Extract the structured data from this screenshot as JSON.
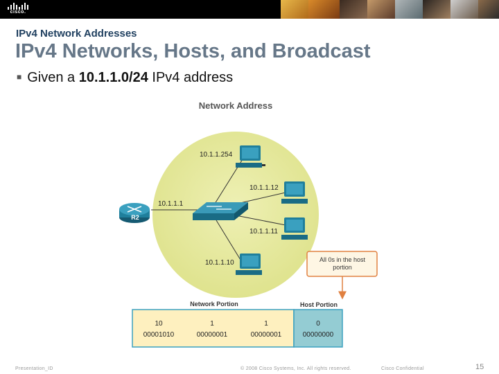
{
  "banner": {
    "logo_text": "cisco.",
    "colors": {
      "background": "#000000"
    }
  },
  "slide": {
    "section": "IPv4 Network Addresses",
    "title": "IPv4 Networks, Hosts, and Broadcast",
    "bullet_prefix": "Given a ",
    "bullet_bold": "10.1.1.0/24",
    "bullet_suffix": " IPv4 address"
  },
  "diagram": {
    "title": "Network Address",
    "router_name": "R2",
    "router_ip": "10.1.1.1",
    "hosts": [
      "10.1.1.254",
      "10.1.1.12",
      "10.1.1.11",
      "10.1.1.10"
    ],
    "callout": [
      "All 0s in the host",
      "portion"
    ],
    "network_portion_label": "Network Portion",
    "host_portion_label": "Host Portion",
    "octets": [
      {
        "decimal": "10",
        "binary": "00001010",
        "portion": "network"
      },
      {
        "decimal": "1",
        "binary": "00000001",
        "portion": "network"
      },
      {
        "decimal": "1",
        "binary": "00000001",
        "portion": "network"
      },
      {
        "decimal": "0",
        "binary": "00000000",
        "portion": "host"
      }
    ],
    "colors": {
      "circle": "#e6e99f",
      "network_fill": "#fef0bf",
      "host_fill": "#94ccd3",
      "callout_border": "#e08040",
      "device": "#1f7f9c"
    }
  },
  "footer": {
    "left": "Presentation_ID",
    "center": "© 2008 Cisco Systems, Inc. All rights reserved.",
    "right": "Cisco Confidential",
    "page": "15"
  }
}
